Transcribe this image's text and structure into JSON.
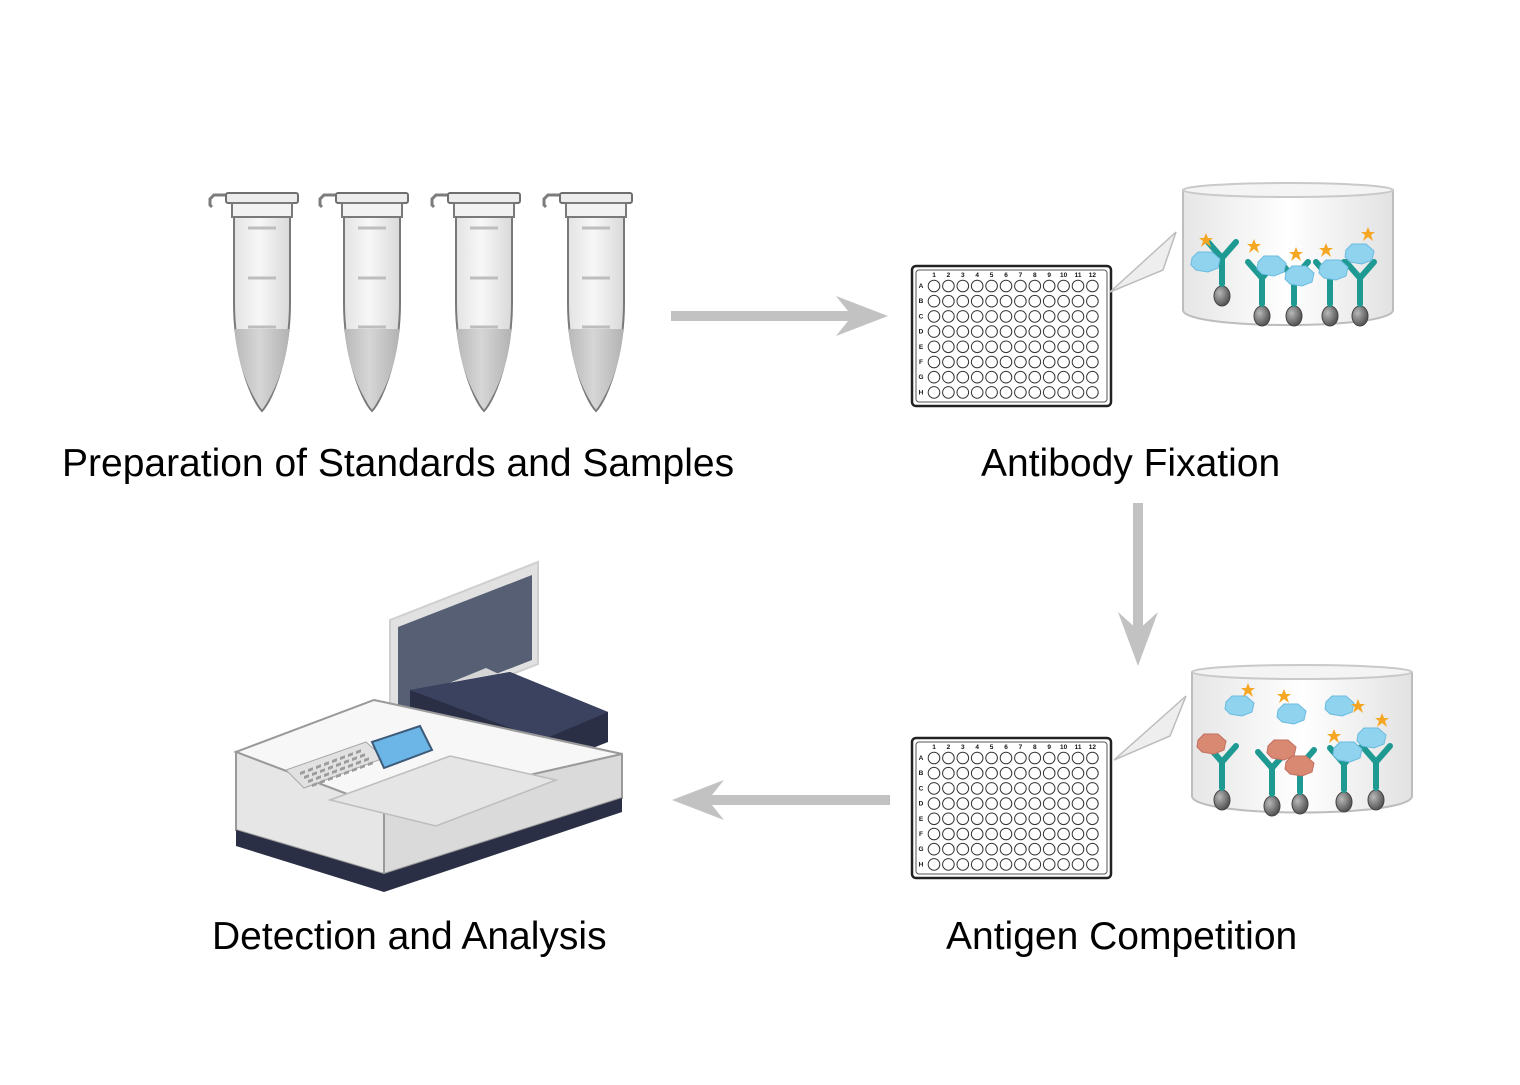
{
  "steps": {
    "preparation": "Preparation of Standards and Samples",
    "fixation": "Antibody Fixation",
    "competition": "Antigen Competition",
    "detection": "Detection and Analysis"
  },
  "plate": {
    "columns": [
      "1",
      "2",
      "3",
      "4",
      "5",
      "6",
      "7",
      "8",
      "9",
      "10",
      "11",
      "12"
    ],
    "rows": [
      "A",
      "B",
      "C",
      "D",
      "E",
      "F",
      "G",
      "H"
    ]
  },
  "colors": {
    "antibody": "#1f9a93",
    "antigen": "#8fd3ef",
    "competitor": "#d98872",
    "label_star": "#f5a623",
    "arrow": "#c2c2c2",
    "monitor": "#565f74",
    "instrument_dark": "#2a2f45",
    "screen": "#6bb6e6"
  },
  "icons": [
    "sample-tube-icon",
    "microplate-icon",
    "well-magnifier-icon",
    "plate-reader-icon"
  ]
}
